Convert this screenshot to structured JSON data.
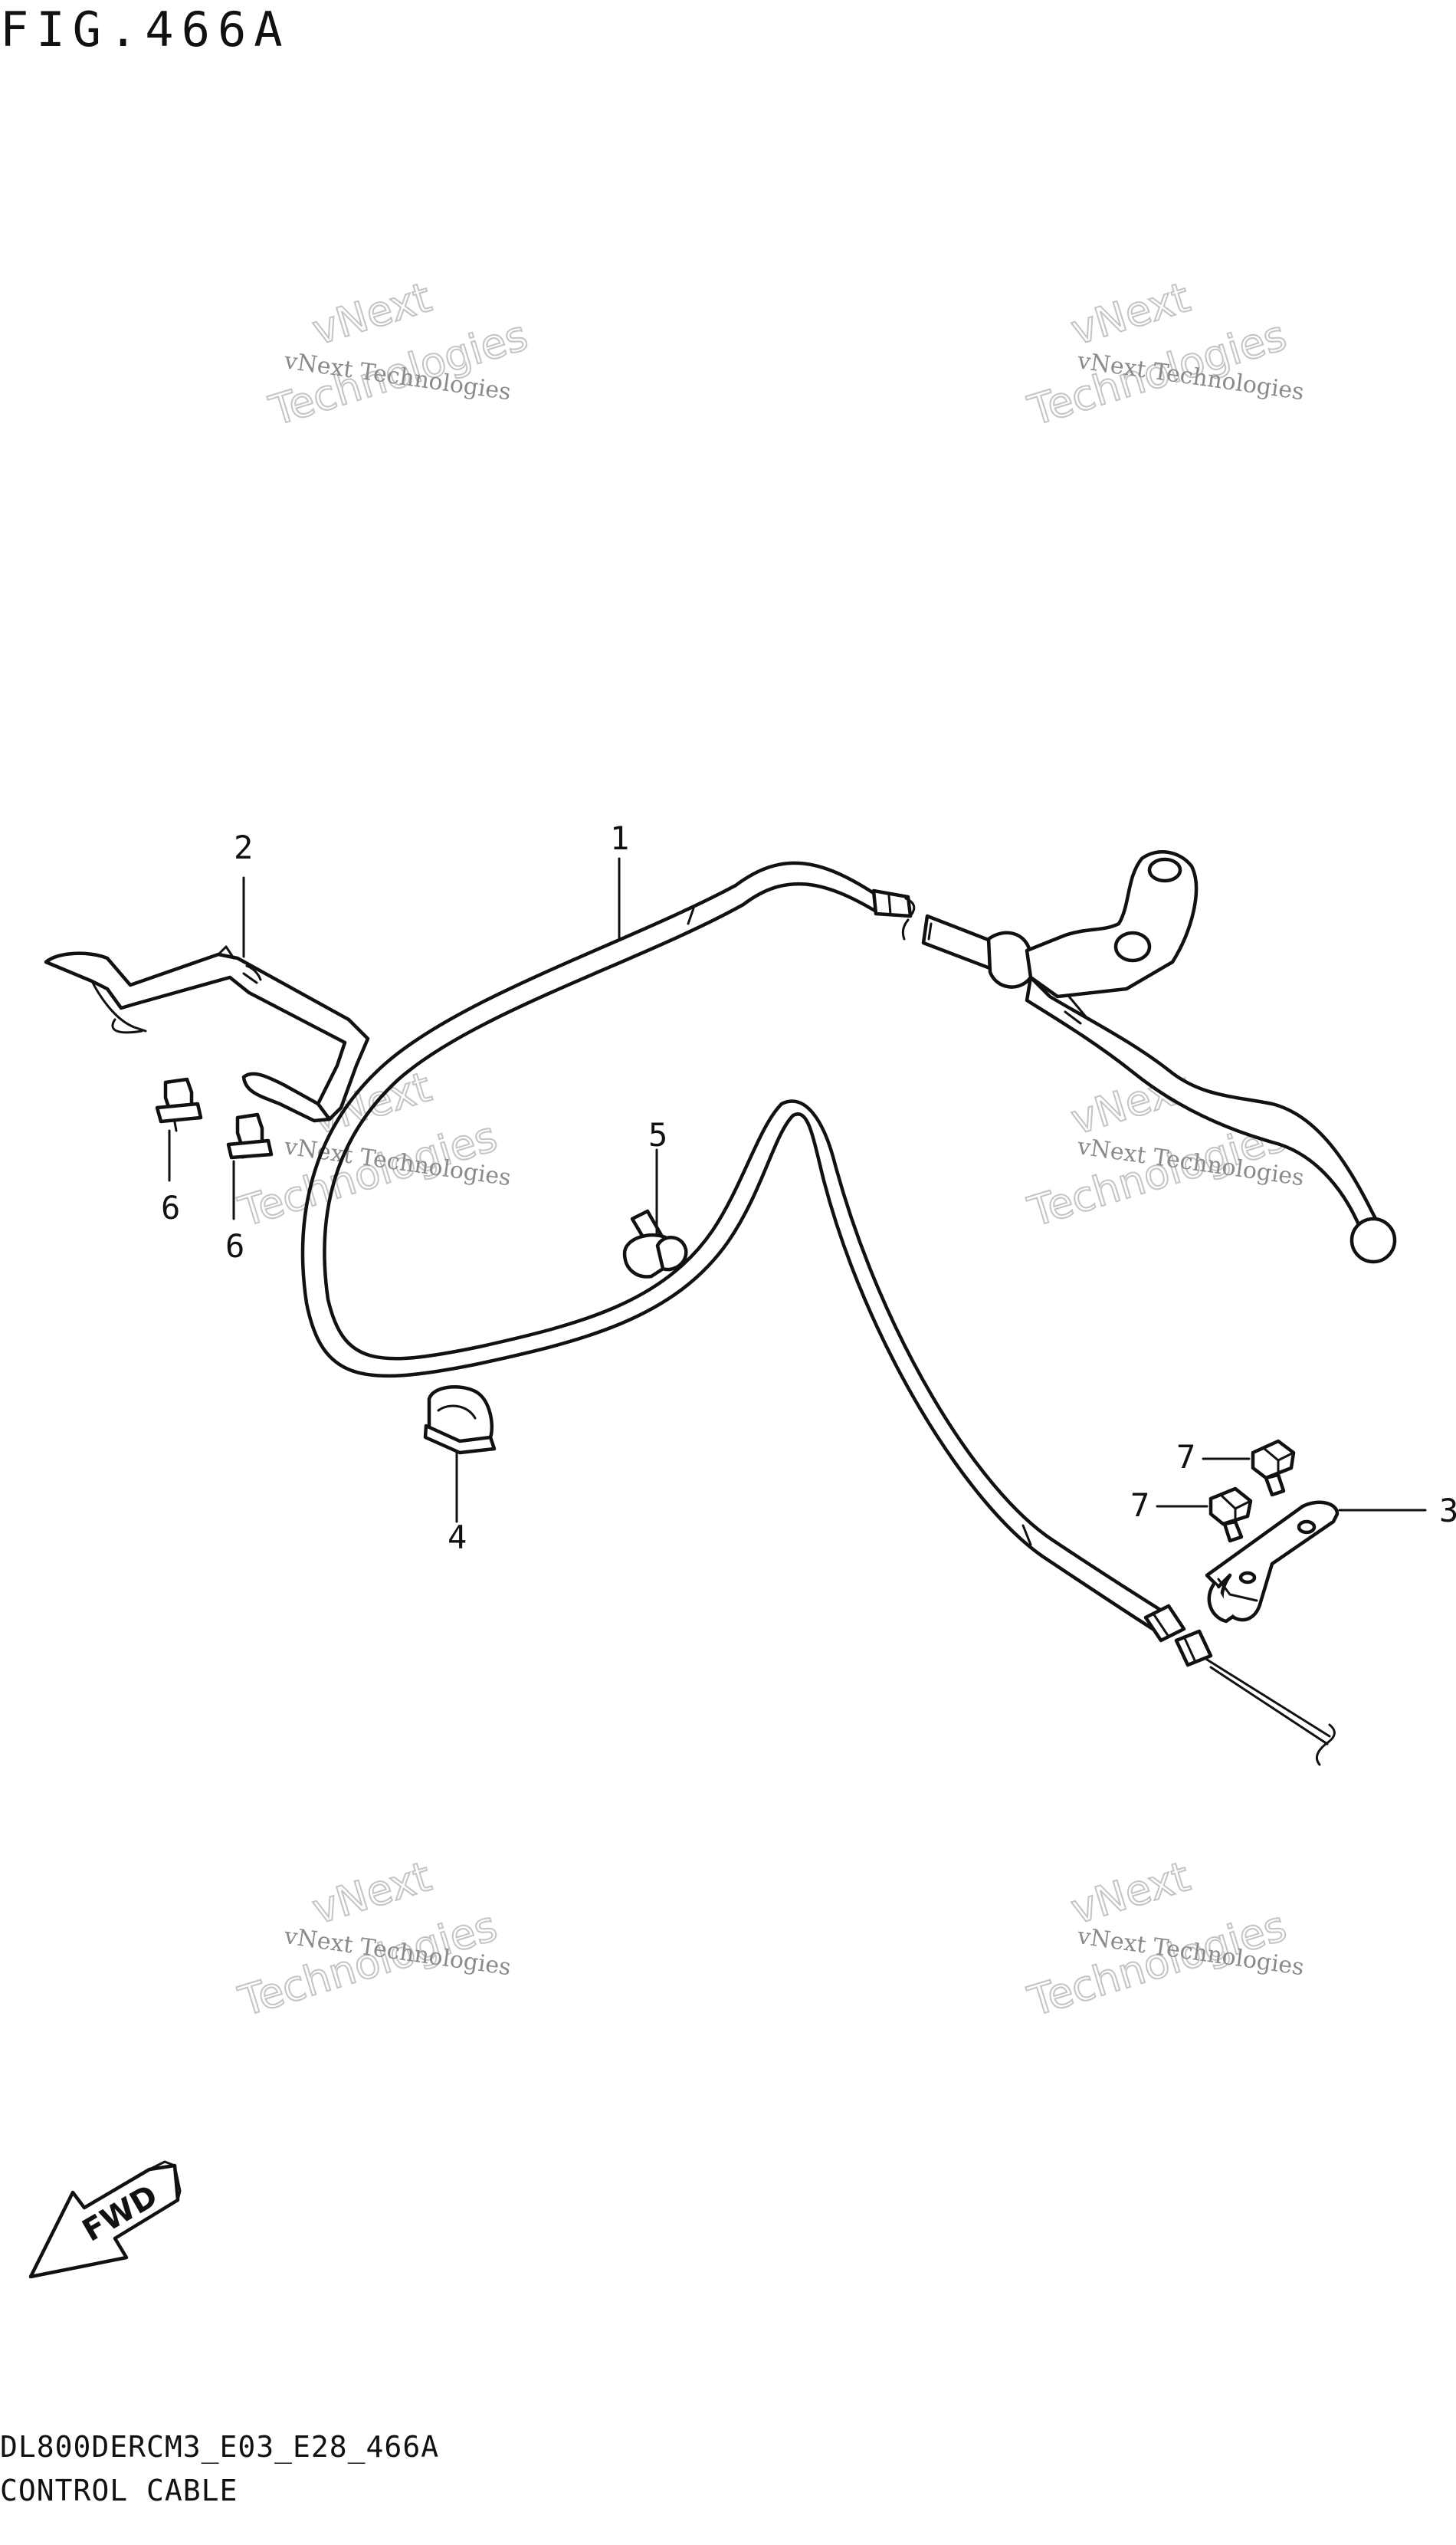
{
  "figure": {
    "title": "FIG.466A",
    "model_code": "DL800DERCM3_E03_E28_466A",
    "caption": "CONTROL CABLE"
  },
  "callouts": {
    "c1": "1",
    "c2": "2",
    "c3": "3",
    "c4": "4",
    "c5": "5",
    "c6a": "6",
    "c6b": "6",
    "c7a": "7",
    "c7b": "7"
  },
  "direction_arrow": {
    "label": "FWD"
  },
  "watermark": {
    "line1": "vNext Technologies",
    "line2": "vNext",
    "line3": "Technologies"
  }
}
